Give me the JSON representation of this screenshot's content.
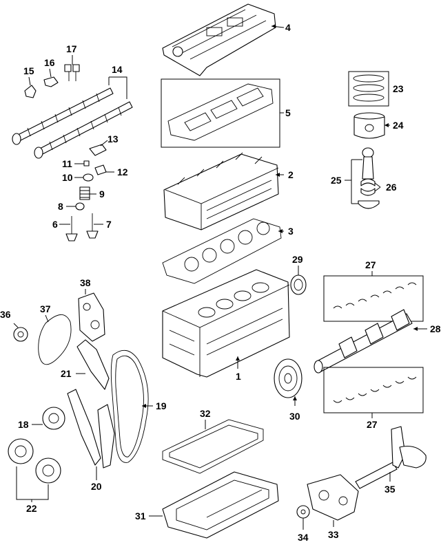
{
  "labels": {
    "p1": "1",
    "p2": "2",
    "p3": "3",
    "p4": "4",
    "p5": "5",
    "p6": "6",
    "p7": "7",
    "p8": "8",
    "p9": "9",
    "p10": "10",
    "p11": "11",
    "p12": "12",
    "p13": "13",
    "p14": "14",
    "p15": "15",
    "p16": "16",
    "p17": "17",
    "p18": "18",
    "p19": "19",
    "p20": "20",
    "p21": "21",
    "p22": "22",
    "p23": "23",
    "p24": "24",
    "p25": "25",
    "p26": "26",
    "p27a": "27",
    "p27b": "27",
    "p28": "28",
    "p29": "29",
    "p30": "30",
    "p31": "31",
    "p32": "32",
    "p33": "33",
    "p34": "34",
    "p35": "35",
    "p36": "36",
    "p37": "37",
    "p38": "38"
  }
}
